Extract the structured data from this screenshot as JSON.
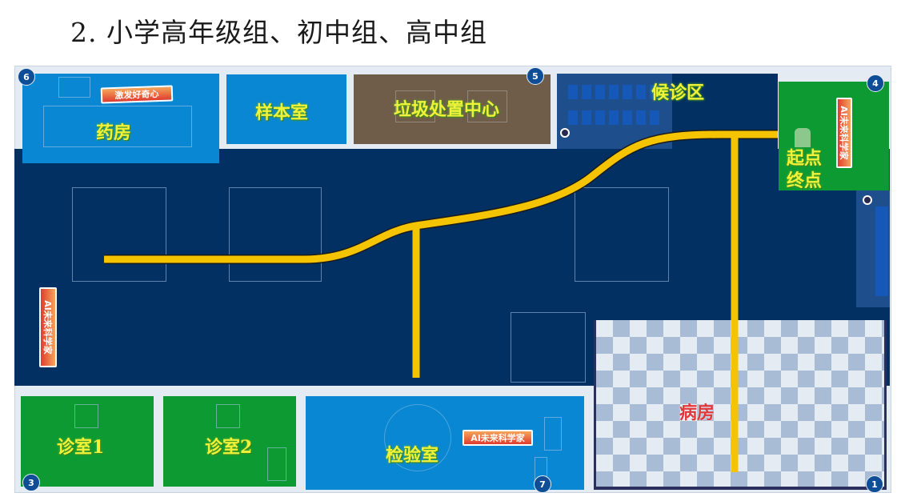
{
  "title": "2. 小学高年级组、初中组、高中组",
  "map": {
    "colors": {
      "floor": "#033063",
      "path": "#f5c400",
      "blue_room": "#0a87d2",
      "green_room": "#0d9a33",
      "brown_room": "#6f5d49",
      "label_yellow": "#f0f23a",
      "label_red": "#e0373b",
      "badge": "#0f4d96"
    },
    "rooms": [
      {
        "id": "pharmacy",
        "label": "药房",
        "badge": "6"
      },
      {
        "id": "specimen",
        "label": "样本室"
      },
      {
        "id": "waste",
        "label": "垃圾处置中心",
        "badge": "5"
      },
      {
        "id": "waiting",
        "label": "候诊区"
      },
      {
        "id": "start_end",
        "label_line1": "起点",
        "label_line2": "终点",
        "badge": "4"
      },
      {
        "id": "clinic1",
        "label": "诊室1",
        "badge": "3"
      },
      {
        "id": "clinic2",
        "label": "诊室2"
      },
      {
        "id": "lab",
        "label": "检验室",
        "badge": "7"
      },
      {
        "id": "ward",
        "label": "病房",
        "badge": "1"
      }
    ],
    "logos": {
      "pharmacy_logo": "激发好奇心",
      "lab_logo": "AI未来科学家",
      "side_logo": "AI未来科学家",
      "start_logo": "AI未来科学家"
    }
  }
}
